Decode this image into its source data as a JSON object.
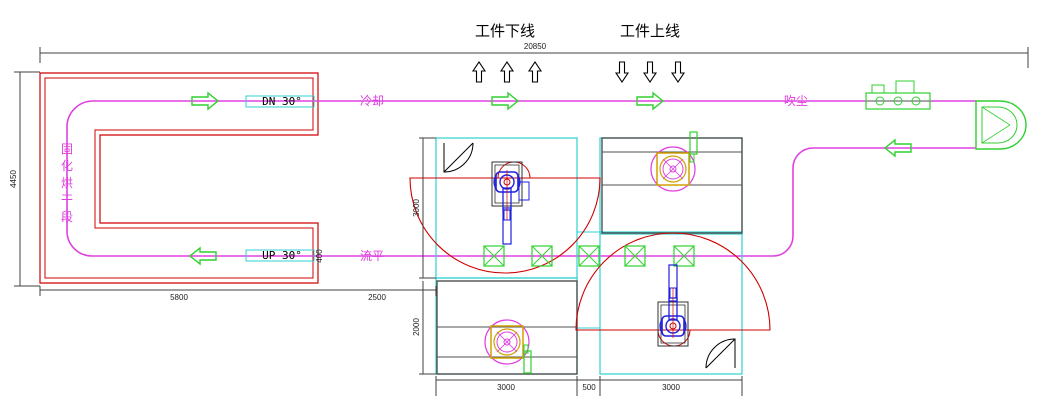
{
  "title_unload": "工件下线",
  "title_load": "工件上线",
  "oven_label": [
    "固",
    "化",
    "烘",
    "干",
    "段"
  ],
  "zone_labels": {
    "cooling": "冷却",
    "blowing": "吹尘",
    "leveling": "流平"
  },
  "incline_labels": {
    "down": "DN 30°",
    "up": "UP 30°"
  },
  "dimensions": {
    "total_width": "20850",
    "height": "4450",
    "oven_width": "5800",
    "gap": "2500",
    "cell_width_left": "3000",
    "cell_gap": "500",
    "cell_width_right": "3000",
    "cell_height_upper": "3000",
    "cell_height_lower": "2000",
    "rail_spacing": "400"
  },
  "colors": {
    "conveyor": "#e040e0",
    "oven": "#d00000",
    "cell_outline": "#30d0d0",
    "arrow": "#30d030",
    "robot": "#2020e0",
    "reach": "#d00000",
    "station": "#505050",
    "dimension": "#404040"
  }
}
